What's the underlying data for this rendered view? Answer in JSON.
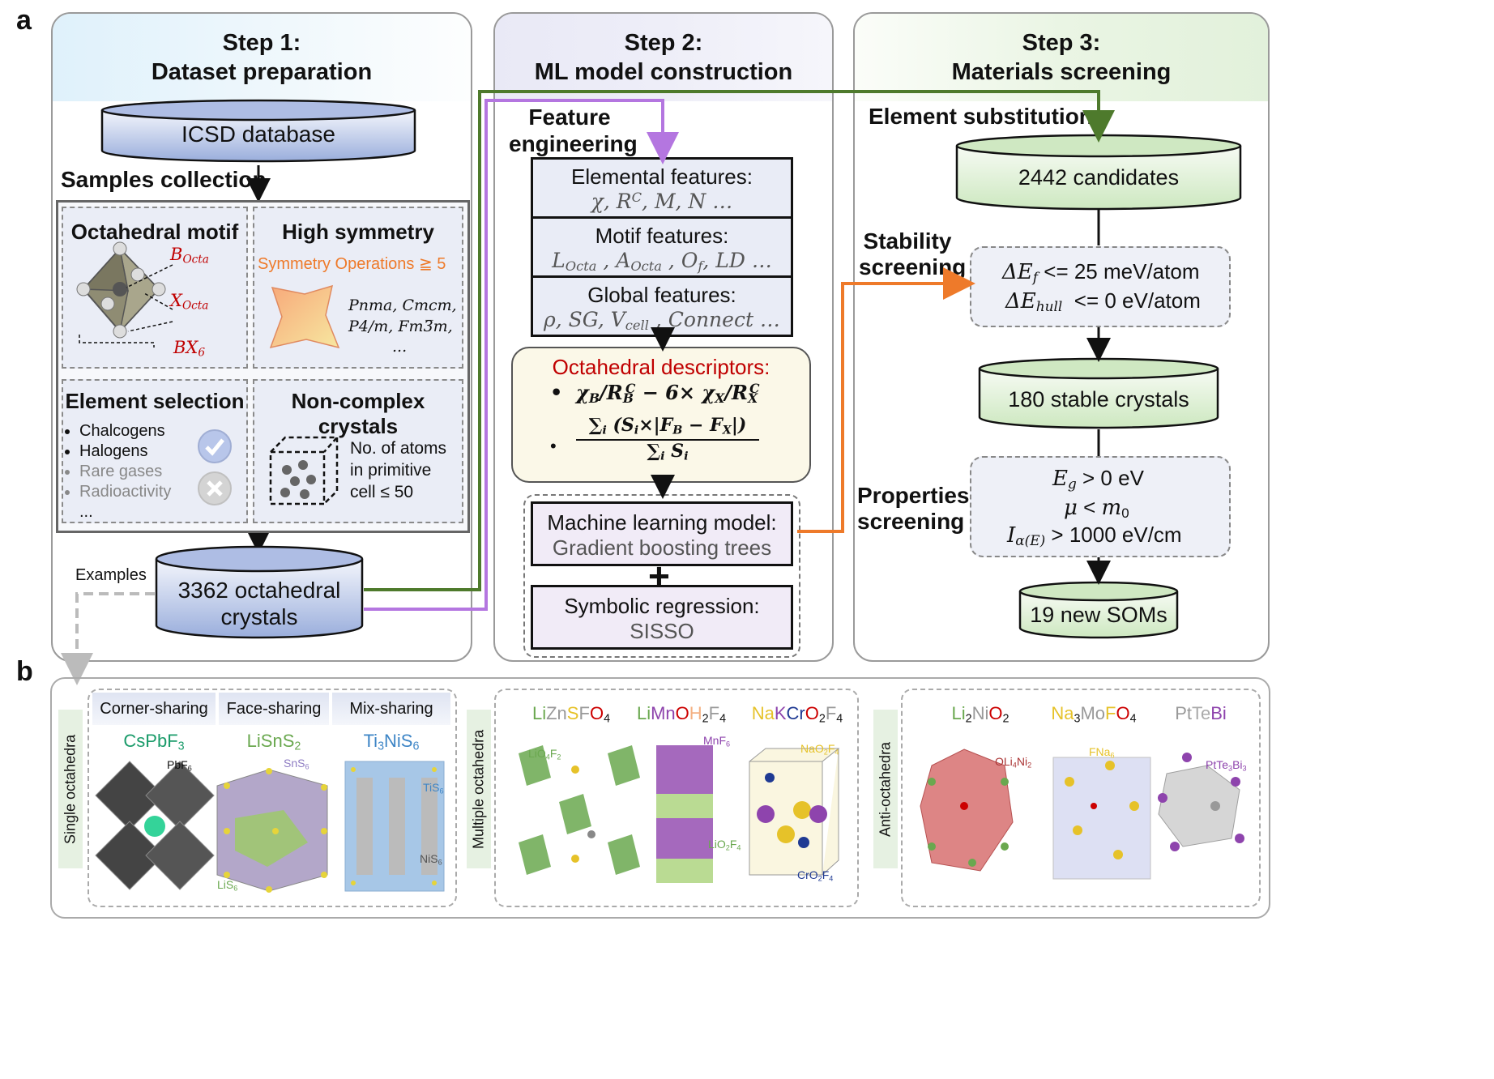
{
  "panels": {
    "a": "a",
    "b": "b"
  },
  "step1": {
    "title_line1": "Step 1:",
    "title_line2": "Dataset preparation",
    "icsd": "ICSD database",
    "samples_collection": "Samples collection",
    "octa_motif": {
      "title": "Octahedral motif",
      "b_label": "B",
      "b_sub": "Octa",
      "x_label": "X",
      "x_sub": "Octa",
      "bx_label": "BX",
      "bx_sub": "6"
    },
    "high_symmetry": {
      "title": "High symmetry",
      "ops": "Symmetry Operations ≧ 5",
      "groups_line1": "Pnma, Cmcm,",
      "groups_line2": "P4/m, Fm3̅m,",
      "groups_line3": "..."
    },
    "element_selection": {
      "title": "Element selection",
      "items": [
        "Chalcogens",
        "Halogens",
        "Rare gases",
        "Radioactivity",
        "..."
      ]
    },
    "non_complex": {
      "title": "Non-complex crystals",
      "line1": "No. of atoms",
      "line2": "in primitive",
      "line3": "cell ≤ 50"
    },
    "result_line1": "3362 octahedral",
    "result_line2": "crystals",
    "examples": "Examples"
  },
  "step2": {
    "title_line1": "Step 2:",
    "title_line2": "ML model construction",
    "feature_eng_line1": "Feature",
    "feature_eng_line2": "engineering",
    "elemental": {
      "title": "Elemental features:",
      "math": "χ, R^C, M, N …"
    },
    "motif": {
      "title": "Motif features:",
      "math": "L_Octa , A_Octa , O_f, LD …"
    },
    "global": {
      "title": "Global features:",
      "math": "ρ, SG, V_cell , Connect …"
    },
    "descriptors": {
      "title": "Octahedral descriptors:",
      "d1": "χ_B/R_B^C − 6× χ_X/R_X^C",
      "d2_num": "∑_i (S_i×|F_B − F_X|)",
      "d2_den": "∑_i S_i"
    },
    "ml_line1": "Machine learning model:",
    "ml_line2": "Gradient boosting trees",
    "plus": "+",
    "sr_line1": "Symbolic regression:",
    "sr_line2": "SISSO"
  },
  "step3": {
    "title_line1": "Step 3:",
    "title_line2": "Materials screening",
    "element_substitution": "Element substitution",
    "candidates": "2442 candidates",
    "stability_line1": "Stability",
    "stability_line2": "screening",
    "stab_c1": "ΔE_f <= 25 meV/atom",
    "stab_c2": "ΔE_hull <= 0 eV/atom",
    "stable": "180 stable crystals",
    "properties_line1": "Properties",
    "properties_line2": "screening",
    "prop_c1": "E_g > 0 eV",
    "prop_c2": "μ < m_0",
    "prop_c3": "I_α(E) > 1000 eV/cm",
    "result": "19 new SOMs"
  },
  "panel_b": {
    "single_label": "Single octahedra",
    "multiple_label": "Multiple octahedra",
    "anti_label": "Anti-octahedra",
    "tabs": [
      "Corner-sharing",
      "Face-sharing",
      "Mix-sharing"
    ],
    "single": [
      {
        "formula": "CsPbF3",
        "site": "PbF6"
      },
      {
        "formula": "LiSnS2",
        "site": "SnS6",
        "site2": "LiS6"
      },
      {
        "formula": "Ti3NiS6",
        "site": "TiS6",
        "site2": "NiS6"
      }
    ],
    "multiple": [
      {
        "formula": "LiZnSFO4",
        "site": "LiO4F2"
      },
      {
        "formula": "LiMnOH2F4",
        "site": "MnF6",
        "site2": "LiO2F4"
      },
      {
        "formula": "NaKCrO2F4",
        "site": "NaO2F4",
        "site2": "CrO2F4"
      }
    ],
    "anti": [
      {
        "formula": "Li2NiO2",
        "site": "OLi4Ni2"
      },
      {
        "formula": "Na3MoFO4",
        "site": "FNa6"
      },
      {
        "formula": "PtTeBi",
        "site": "PtTe3Bi3"
      }
    ]
  },
  "colors": {
    "arrow_green": "#4e7a2c",
    "arrow_purple": "#b476e0",
    "arrow_orange": "#ee7a2a",
    "red_text": "#c00000",
    "orange_text": "#ee7a2a"
  }
}
